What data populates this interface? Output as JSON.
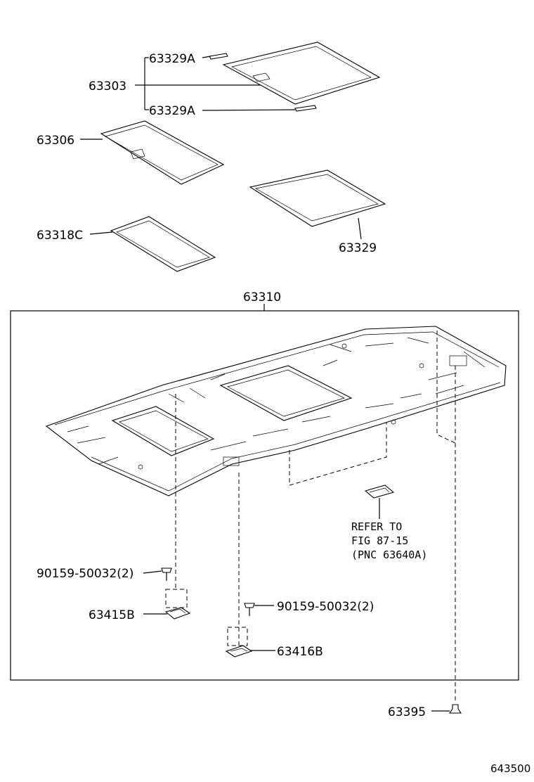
{
  "labels": {
    "p63329A_top": "63329A",
    "p63303": "63303",
    "p63329A_bottom": "63329A",
    "p63306": "63306",
    "p63318C": "63318C",
    "p63329": "63329",
    "p63310": "63310",
    "p90159_left": "90159-50032(2)",
    "p63415B": "63415B",
    "p90159_right": "90159-50032(2)",
    "p63416B": "63416B",
    "p63395": "63395",
    "refer_line1": "REFER TO",
    "refer_line2": "FIG 87-15",
    "refer_line3": "(PNC 63640A)",
    "figure_number": "643500"
  }
}
